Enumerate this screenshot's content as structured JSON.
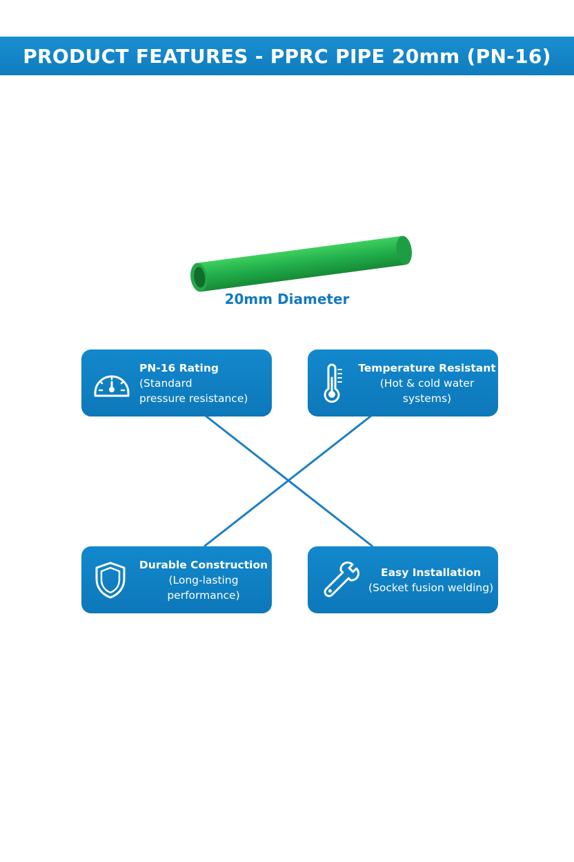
{
  "header": {
    "title": "PRODUCT FEATURES - PPRC PIPE 20mm (PN-16)"
  },
  "pipe": {
    "caption": "20mm Diameter",
    "color": "#22b14c"
  },
  "colors": {
    "brand_blue": "#1388cc",
    "line_blue": "#1b7fc4"
  },
  "features": [
    {
      "title": "PN-16 Rating",
      "desc_inline": "(Standard",
      "desc_rest": "pressure resistance)",
      "icon": "gauge-icon"
    },
    {
      "title": "Temperature Resistant",
      "desc": "(Hot & cold water systems)",
      "icon": "thermometer-icon"
    },
    {
      "title": "Durable Construction",
      "desc": "(Long-lasting performance)",
      "icon": "shield-icon"
    },
    {
      "title": "Easy Installation",
      "desc": "(Socket fusion welding)",
      "icon": "wrench-icon"
    }
  ]
}
